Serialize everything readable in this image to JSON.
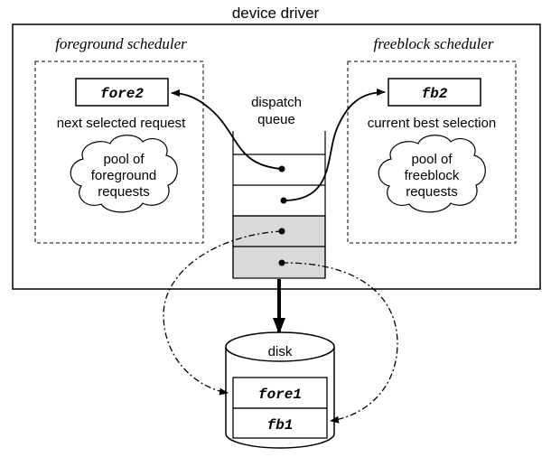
{
  "title": "device driver",
  "foreground": {
    "heading": "foreground scheduler",
    "selected_box": "fore2",
    "selected_caption": "next selected request",
    "pool_lines": [
      "pool of",
      "foreground",
      "requests"
    ]
  },
  "freeblock": {
    "heading": "freeblock scheduler",
    "selected_box": "fb2",
    "selected_caption": "current best selection",
    "pool_lines": [
      "pool of",
      "freeblock",
      "requests"
    ]
  },
  "queue": {
    "label_lines": [
      "dispatch",
      "queue"
    ],
    "slots": [
      {
        "shaded": false
      },
      {
        "shaded": false
      },
      {
        "shaded": true
      },
      {
        "shaded": true
      }
    ]
  },
  "disk": {
    "label": "disk",
    "entries": [
      "fore1",
      "fb1"
    ]
  },
  "colors": {
    "stroke": "#000000",
    "shaded_slot": "#d9d9d9",
    "background": "#ffffff"
  }
}
